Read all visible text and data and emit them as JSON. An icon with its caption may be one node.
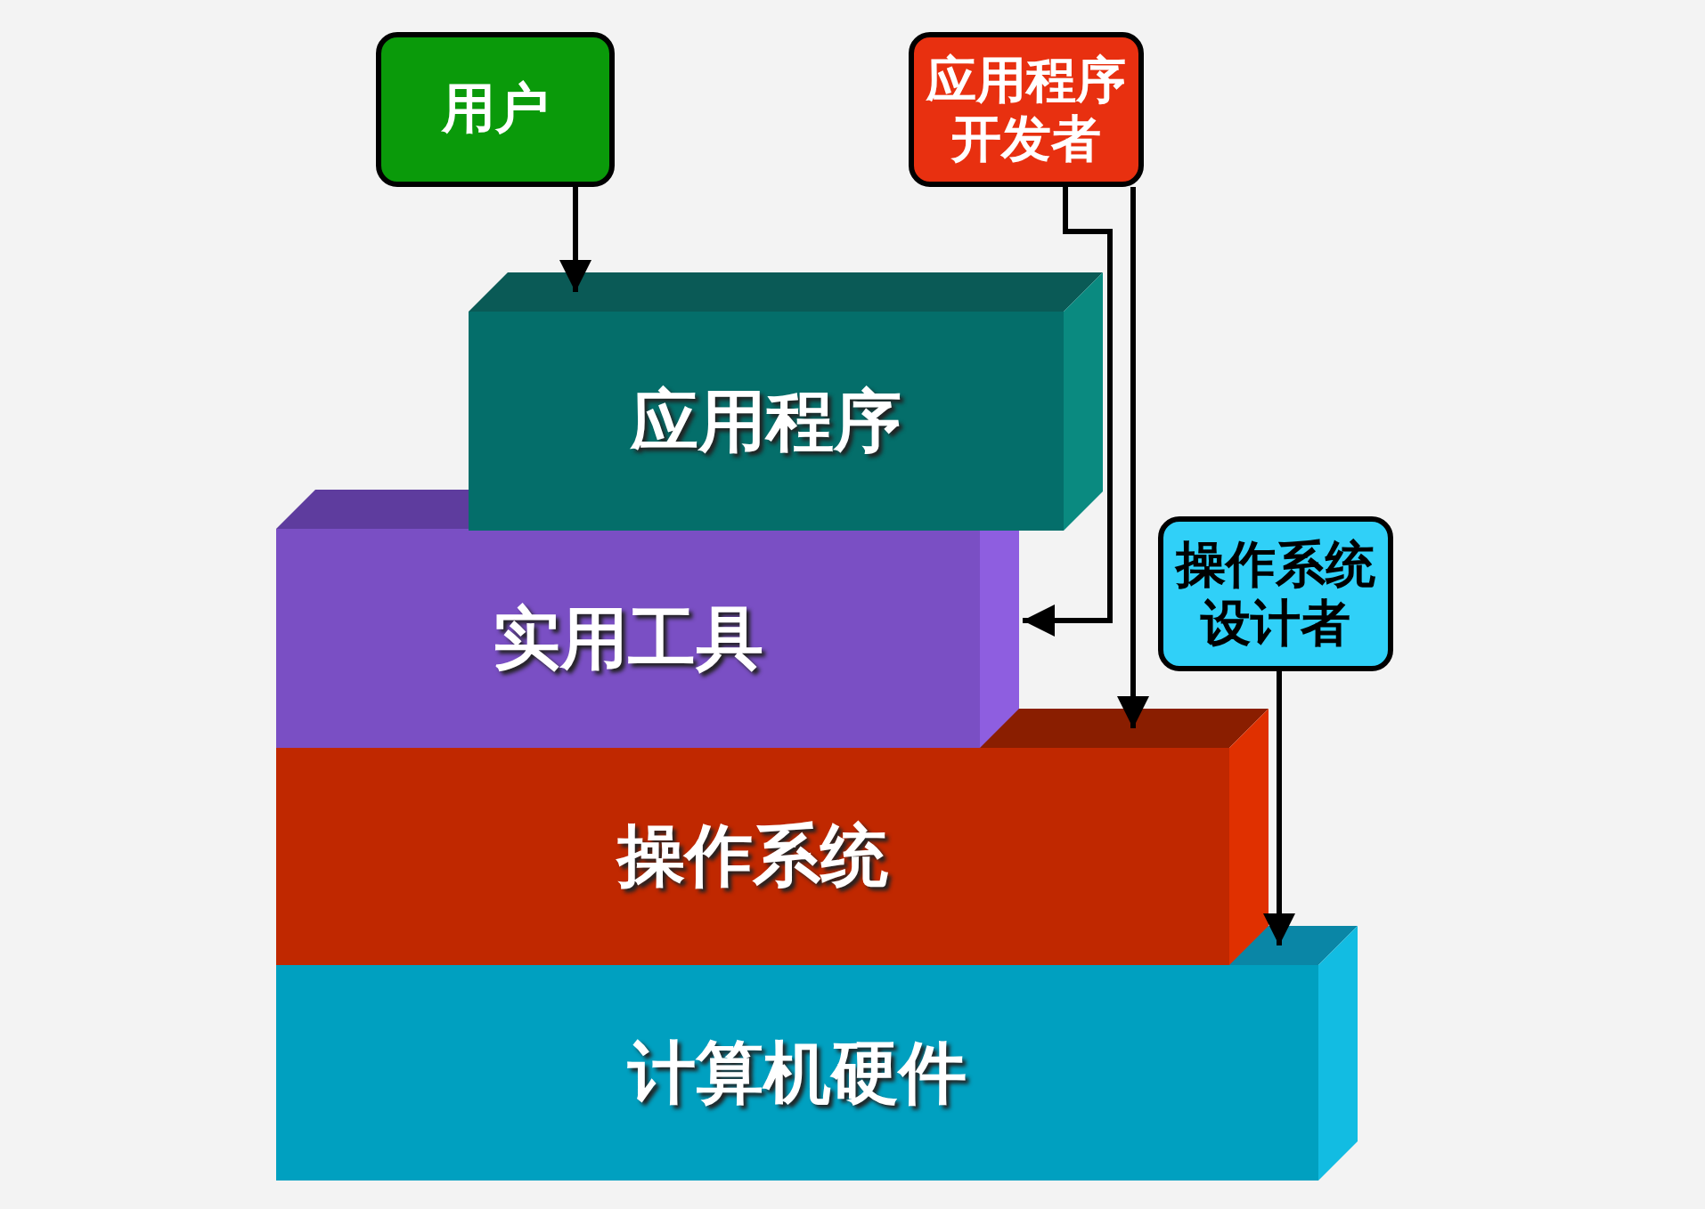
{
  "diagram": {
    "nodes": [
      {
        "text": [
          "用户"
        ]
      },
      {
        "text": [
          "应用程序开发者"
        ]
      },
      {
        "text": [
          "操作系统设计者"
        ]
      },
      {
        "text": [
          "应用程序"
        ]
      },
      {
        "text": [
          "实用工具"
        ]
      },
      {
        "text": [
          "操作系统"
        ]
      },
      {
        "text": [
          "计算机硬件"
        ]
      }
    ],
    "edges": [
      {
        "from": 0,
        "to": 3,
        "arrow": "to"
      },
      {
        "from": 1,
        "to": 4,
        "arrow": "to"
      },
      {
        "from": 1,
        "to": 5,
        "arrow": "to"
      },
      {
        "from": 2,
        "to": 6,
        "arrow": "to"
      }
    ]
  }
}
